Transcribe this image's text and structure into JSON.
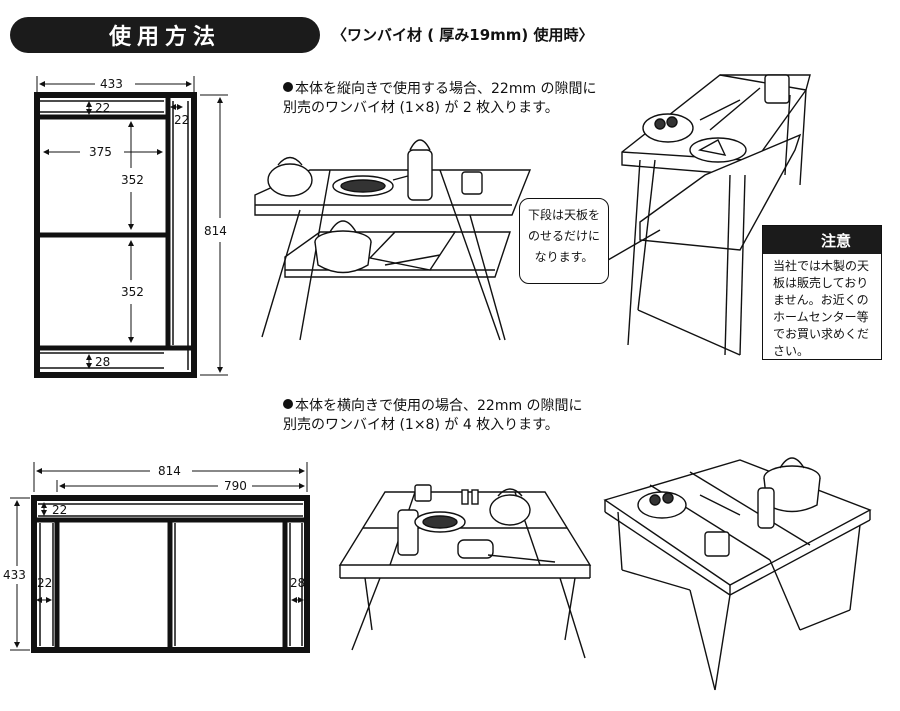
{
  "header": {
    "title": "使用方法",
    "subtitle": "〈ワンバイ材 ( 厚み19mm) 使用時〉"
  },
  "vertical": {
    "note_line1": "本体を縦向きで使用する場合、22mm の隙間に",
    "note_line2": "別売のワンバイ材 (1×8) が 2 枚入ります。",
    "dims": {
      "width": "433",
      "height": "814",
      "top_gap": "22",
      "side_gap": "22",
      "inner_width": "375",
      "upper_height": "352",
      "lower_height": "352",
      "bottom_gap": "28"
    }
  },
  "horizontal": {
    "note_line1": "本体を横向きで使用の場合、22mm の隙間に",
    "note_line2": "別売のワンバイ材 (1×8) が 4 枚入ります。",
    "dims": {
      "width": "814",
      "inner_width": "790",
      "height": "433",
      "top_gap": "22",
      "left_gap": "22",
      "right_gap": "28"
    }
  },
  "callout": {
    "line1": "下段は天板を",
    "line2": "のせるだけに",
    "line3": "なります。"
  },
  "warning": {
    "title": "注意",
    "lines": [
      "当社では木製の天",
      "板は販売しており",
      "ません。お近くの",
      "ホームセンター等",
      "でお買い求めくだ",
      "さい。"
    ]
  }
}
